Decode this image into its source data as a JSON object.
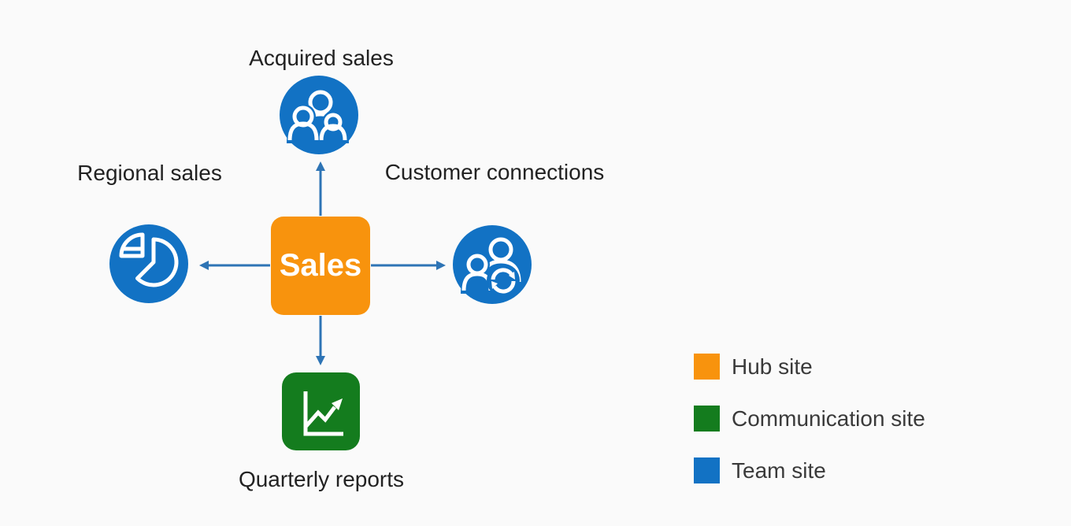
{
  "diagram": {
    "hub": {
      "label": "Sales",
      "site_type": "Hub site"
    },
    "nodes": [
      {
        "label": "Acquired sales",
        "site_type": "Team site",
        "icon": "people-group-icon",
        "position": "top"
      },
      {
        "label": "Regional sales",
        "site_type": "Team site",
        "icon": "pie-chart-icon",
        "position": "left"
      },
      {
        "label": "Customer connections",
        "site_type": "Team site",
        "icon": "people-sync-icon",
        "position": "right"
      },
      {
        "label": "Quarterly reports",
        "site_type": "Communication site",
        "icon": "line-chart-icon",
        "position": "bottom"
      }
    ],
    "legend": {
      "items": [
        {
          "label": "Hub site",
          "color": "#F8930D"
        },
        {
          "label": "Communication site",
          "color": "#147C1E"
        },
        {
          "label": "Team site",
          "color": "#1272C4"
        }
      ]
    },
    "colors": {
      "hub_site": "#F8930D",
      "communication_site": "#147C1E",
      "team_site": "#1272C4",
      "connector": "#2E74B5",
      "background": "#FAFAFA"
    }
  }
}
